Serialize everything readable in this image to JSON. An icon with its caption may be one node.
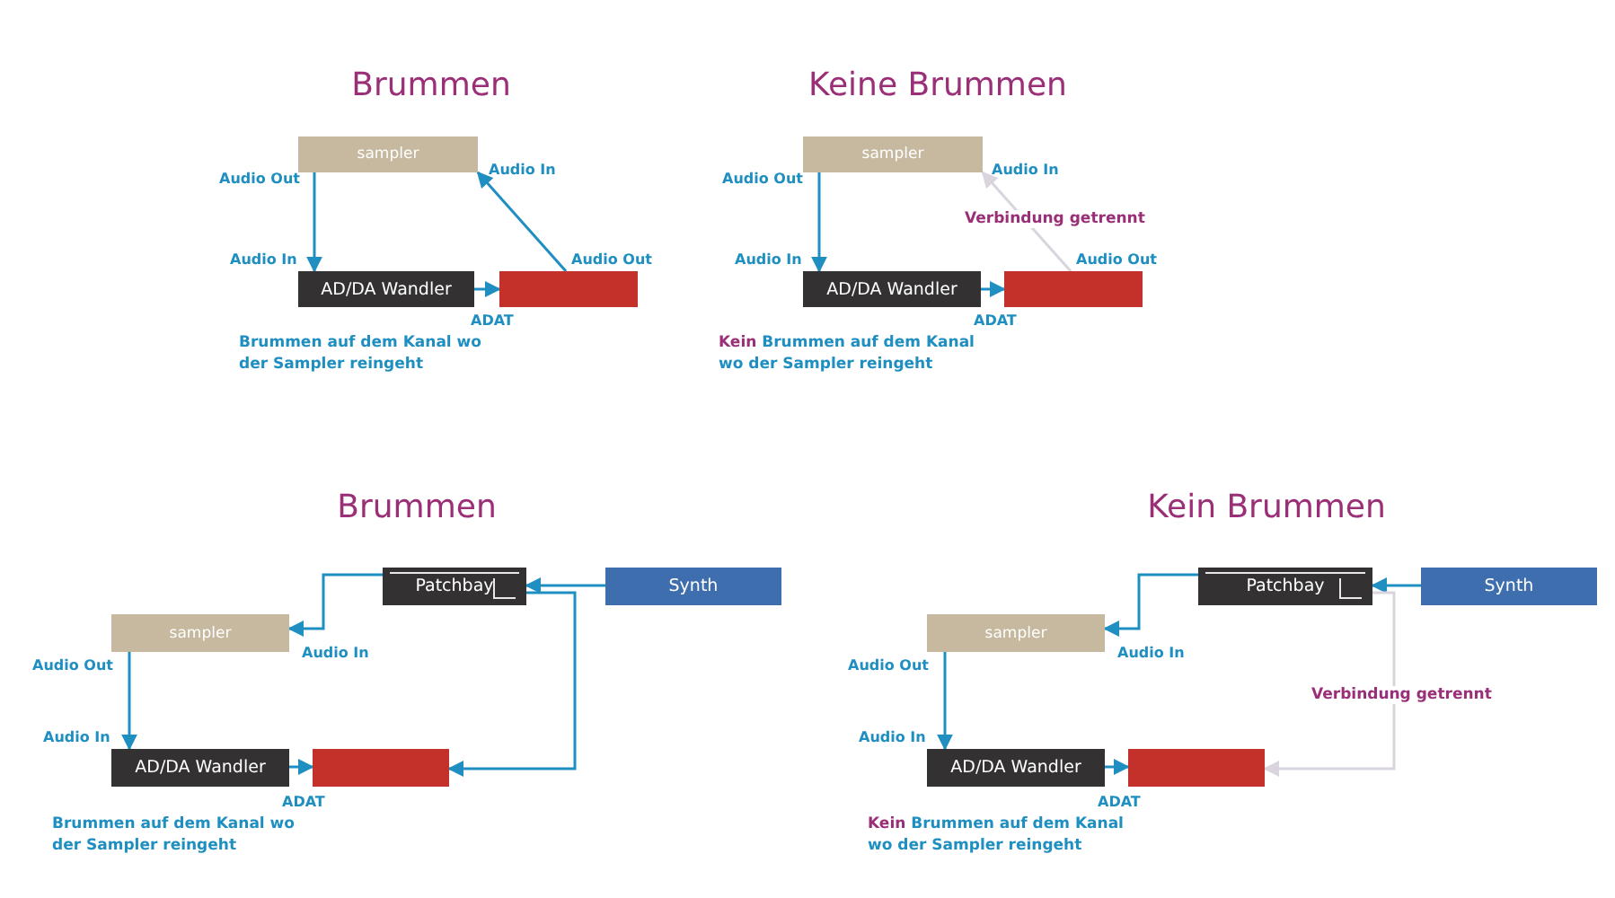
{
  "diagram": {
    "nodes": [
      {
        "text": [
          "sampler"
        ]
      },
      {
        "text": [
          "AD/DA Wandler"
        ]
      },
      {
        "text": [],
        "shape": "box"
      },
      {
        "text": [
          "sampler"
        ]
      },
      {
        "text": [
          "AD/DA Wandler"
        ]
      },
      {
        "text": [],
        "shape": "box"
      },
      {
        "text": [
          "Patchbay"
        ]
      },
      {
        "text": [
          "Synth"
        ]
      },
      {
        "text": [
          "sampler"
        ]
      },
      {
        "text": [
          "AD/DA Wandler"
        ]
      },
      {
        "text": [],
        "shape": "box"
      },
      {
        "text": [
          "Patchbay"
        ]
      },
      {
        "text": [
          "Synth"
        ]
      },
      {
        "text": [
          "sampler"
        ]
      },
      {
        "text": [
          "AD/DA Wandler"
        ]
      },
      {
        "text": [],
        "shape": "box"
      }
    ],
    "edges": [
      {
        "from": 0,
        "to": 1,
        "arrow": "to"
      },
      {
        "from": 1,
        "to": 2,
        "arrow": "to"
      },
      {
        "from": 2,
        "to": 0,
        "arrow": "to"
      },
      {
        "from": 3,
        "to": 4,
        "arrow": "to"
      },
      {
        "from": 4,
        "to": 5,
        "arrow": "to"
      },
      {
        "from": 5,
        "to": 3,
        "arrow": "to",
        "label": "Verbindung getrennt",
        "color": "#d9d4dd"
      },
      {
        "from": 7,
        "to": 6,
        "arrow": "to"
      },
      {
        "from": 6,
        "to": 8,
        "arrow": "to"
      },
      {
        "from": 6,
        "to": 10,
        "arrow": "to"
      },
      {
        "from": 8,
        "to": 9,
        "arrow": "to"
      },
      {
        "from": 9,
        "to": 10,
        "arrow": "to"
      },
      {
        "from": 12,
        "to": 11,
        "arrow": "to"
      },
      {
        "from": 11,
        "to": 13,
        "arrow": "to"
      },
      {
        "from": 11,
        "to": 15,
        "arrow": "to",
        "label": "Verbindung getrennt",
        "color": "#d9d4dd"
      },
      {
        "from": 13,
        "to": 14,
        "arrow": "to"
      },
      {
        "from": 14,
        "to": 15,
        "arrow": "to"
      }
    ],
    "labels": [
      "Brummen",
      "Keine Brummen",
      "Audio Out",
      "Audio In",
      "Audio In",
      "Audio Out",
      "ADAT",
      "Brummen auf dem Kanal wo der Sampler reingeht",
      "Audio Out",
      "Audio In",
      "Audio In",
      "Audio Out",
      "ADAT",
      "Kein Brummen auf dem Kanal wo der Sampler reingeht",
      "Brummen",
      "Audio Out",
      "Audio In",
      "Audio In",
      "ADAT",
      "Brummen auf dem Kanal wo der Sampler reingeht",
      "Kein Brummen",
      "Audio Out",
      "Audio In",
      "Audio In",
      "ADAT",
      "Kein Brummen auf dem Kanal wo der Sampler reingeht"
    ]
  }
}
